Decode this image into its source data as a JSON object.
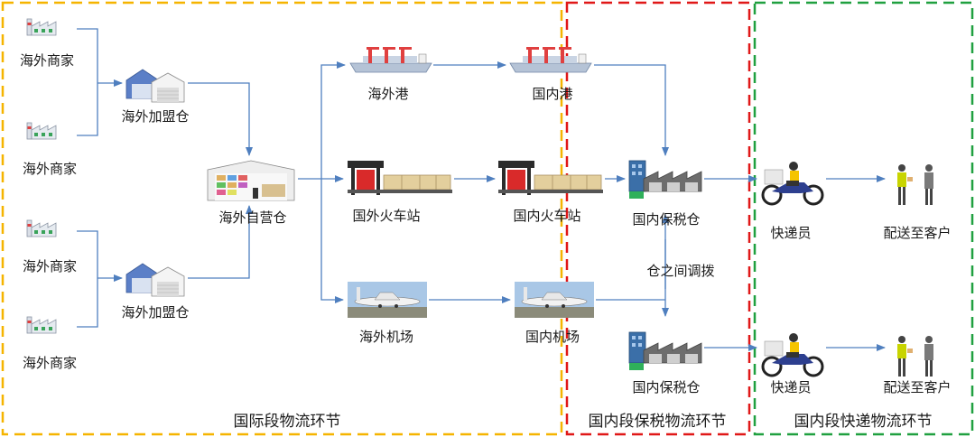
{
  "sections": [
    {
      "title": "国际段物流环节",
      "color": "#f5b400"
    },
    {
      "title": "国内段保税物流环节",
      "color": "#e01818"
    },
    {
      "title": "国内段快递物流环节",
      "color": "#20a040"
    }
  ],
  "nodes": {
    "merchant": "海外商家",
    "franchise_warehouse": "海外加盟仓",
    "own_warehouse": "海外自营仓",
    "overseas_port": "海外港",
    "domestic_port": "国内港",
    "overseas_rail": "国外火车站",
    "domestic_rail": "国内火车站",
    "overseas_airport": "海外机场",
    "domestic_airport": "国内机场",
    "bonded_warehouse": "国内保税仓",
    "transfer": "仓之间调拨",
    "courier": "快递员",
    "delivery": "配送至客户"
  },
  "colors": {
    "arrow": "#4f7fbf"
  }
}
